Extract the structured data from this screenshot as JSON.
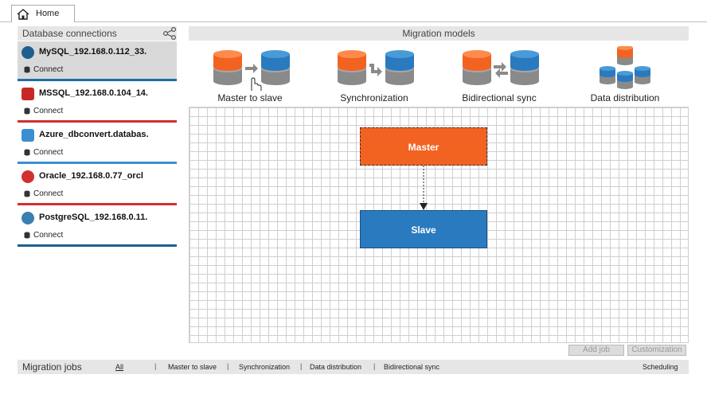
{
  "home_tab": {
    "label": "Home"
  },
  "left_panel": {
    "header": "Database connections",
    "connections": [
      {
        "name": "MySQL_192.168.0.112_33.",
        "action": "Connect",
        "selected": true,
        "icon": "mysql-icon",
        "color": "#1f6ea8"
      },
      {
        "name": "MSSQL_192.168.0.104_14.",
        "action": "Connect",
        "selected": false,
        "icon": "mssql-icon",
        "color": "#d32f2f"
      },
      {
        "name": "Azure_dbconvert.databas.",
        "action": "Connect",
        "selected": false,
        "icon": "azure-icon",
        "color": "#3b8fd1"
      },
      {
        "name": "Oracle_192.168.0.77_orcl",
        "action": "Connect",
        "selected": false,
        "icon": "oracle-icon",
        "color": "#d32f2f"
      },
      {
        "name": "PostgreSQL_192.168.0.11.",
        "action": "Connect",
        "selected": false,
        "icon": "postgresql-icon",
        "color": "#1f6ea8"
      }
    ]
  },
  "right_panel": {
    "header": "Migration models",
    "models": [
      "Master to slave",
      "Synchronization",
      "Bidirectional sync",
      "Data distribution"
    ]
  },
  "diagram": {
    "master": "Master",
    "slave": "Slave"
  },
  "buttons": {
    "add_job": "Add job",
    "customization": "Customization"
  },
  "jobs_bar": {
    "title": "Migration jobs",
    "filters": [
      "All",
      "Master to slave",
      "Synchronization",
      "Data distribution",
      "Bidirectional sync"
    ],
    "scheduling": "Scheduling"
  },
  "colors": {
    "orange": "#f26322",
    "blue": "#2a7abf",
    "gray": "#8a8a8a"
  }
}
